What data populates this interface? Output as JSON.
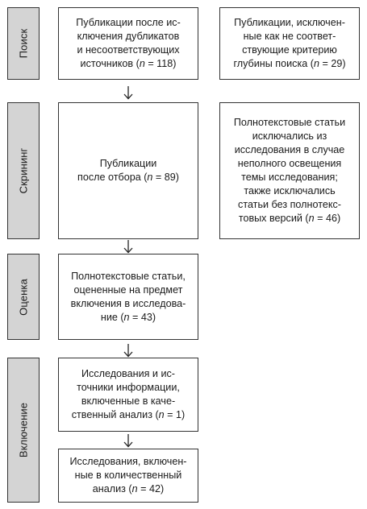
{
  "stages": {
    "search": "Поиск",
    "screening": "Скрининг",
    "assessment": "Оценка",
    "inclusion": "Включение"
  },
  "boxes": {
    "publications_after_dedup": [
      "Публикации после ис-",
      "ключения дубликатов",
      "и несоответствующих",
      "источников (n = 118)"
    ],
    "excluded_depth": [
      "Публикации, исключен-",
      "ные как не соответ-",
      "ствующие критерию",
      "глубины поиска (n = 29)"
    ],
    "after_selection": [
      "Публикации",
      "после отбора (n = 89)"
    ],
    "fulltext_excluded": [
      "Полнотекстовые статьи",
      "исключались из",
      "исследования в случае",
      "неполного освещения",
      "темы исследования;",
      "также исключались",
      "статьи без полнотекс-",
      "товых версий (n = 46)"
    ],
    "assessed": [
      "Полнотекстовые статьи,",
      "оцененные на предмет",
      "включения в исследова-",
      "ние (n = 43)"
    ],
    "qualitative": [
      "Исследования и ис-",
      "точники информации,",
      "включенные в каче-",
      "ственный анализ (n = 1)"
    ],
    "quantitative": [
      "Исследования, включен-",
      "ные в количественный",
      "анализ (n = 42)"
    ]
  }
}
